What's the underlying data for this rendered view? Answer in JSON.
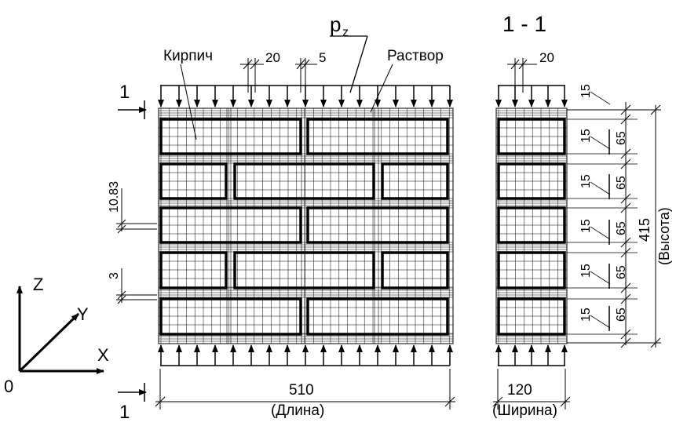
{
  "labels": {
    "load": "p",
    "load_sub": "z",
    "brick": "Кирпич",
    "mortar": "Раствор",
    "section_title": "1 - 1",
    "section_mark": "1"
  },
  "dimensions": {
    "grid_step": "20",
    "mortar_thickness": "5",
    "section_grid_step": "20",
    "element_height_1": "10.83",
    "element_height_2": "3",
    "mortar_joint": "15",
    "brick_height": "65",
    "length_value": "510",
    "length_label": "(Длина)",
    "width_value": "120",
    "width_label": "(Ширина)",
    "height_value": "415",
    "height_label": "(Высота)"
  },
  "axes": {
    "z": "Z",
    "y": "Y",
    "x": "X",
    "origin": "0"
  },
  "colors": {
    "line": "#000000",
    "background": "#ffffff"
  }
}
